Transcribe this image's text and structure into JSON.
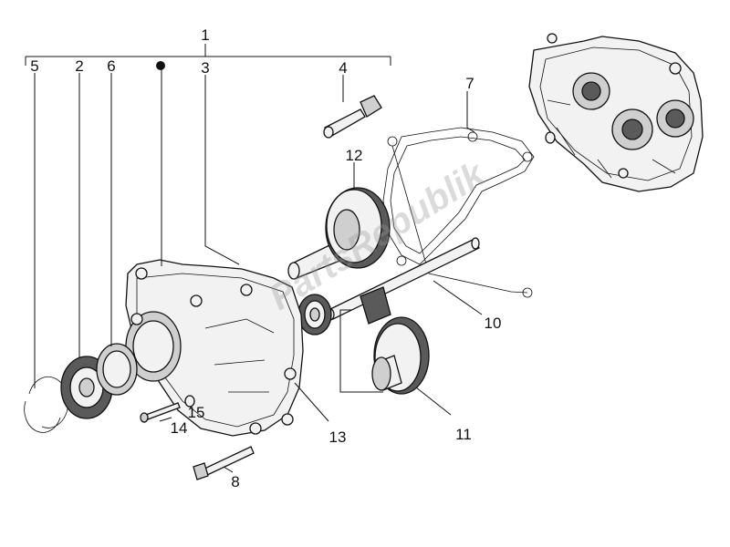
{
  "diagram": {
    "callouts": [
      {
        "id": "1",
        "text": "1"
      },
      {
        "id": "2",
        "text": "2"
      },
      {
        "id": "3",
        "text": "3"
      },
      {
        "id": "4",
        "text": "4"
      },
      {
        "id": "5",
        "text": "5"
      },
      {
        "id": "6",
        "text": "6"
      },
      {
        "id": "7",
        "text": "7"
      },
      {
        "id": "8",
        "text": "8"
      },
      {
        "id": "10",
        "text": "10"
      },
      {
        "id": "11",
        "text": "11"
      },
      {
        "id": "12",
        "text": "12"
      },
      {
        "id": "13",
        "text": "13"
      },
      {
        "id": "14",
        "text": "14"
      },
      {
        "id": "15",
        "text": "15"
      }
    ],
    "watermark": "PartsRepublik"
  }
}
